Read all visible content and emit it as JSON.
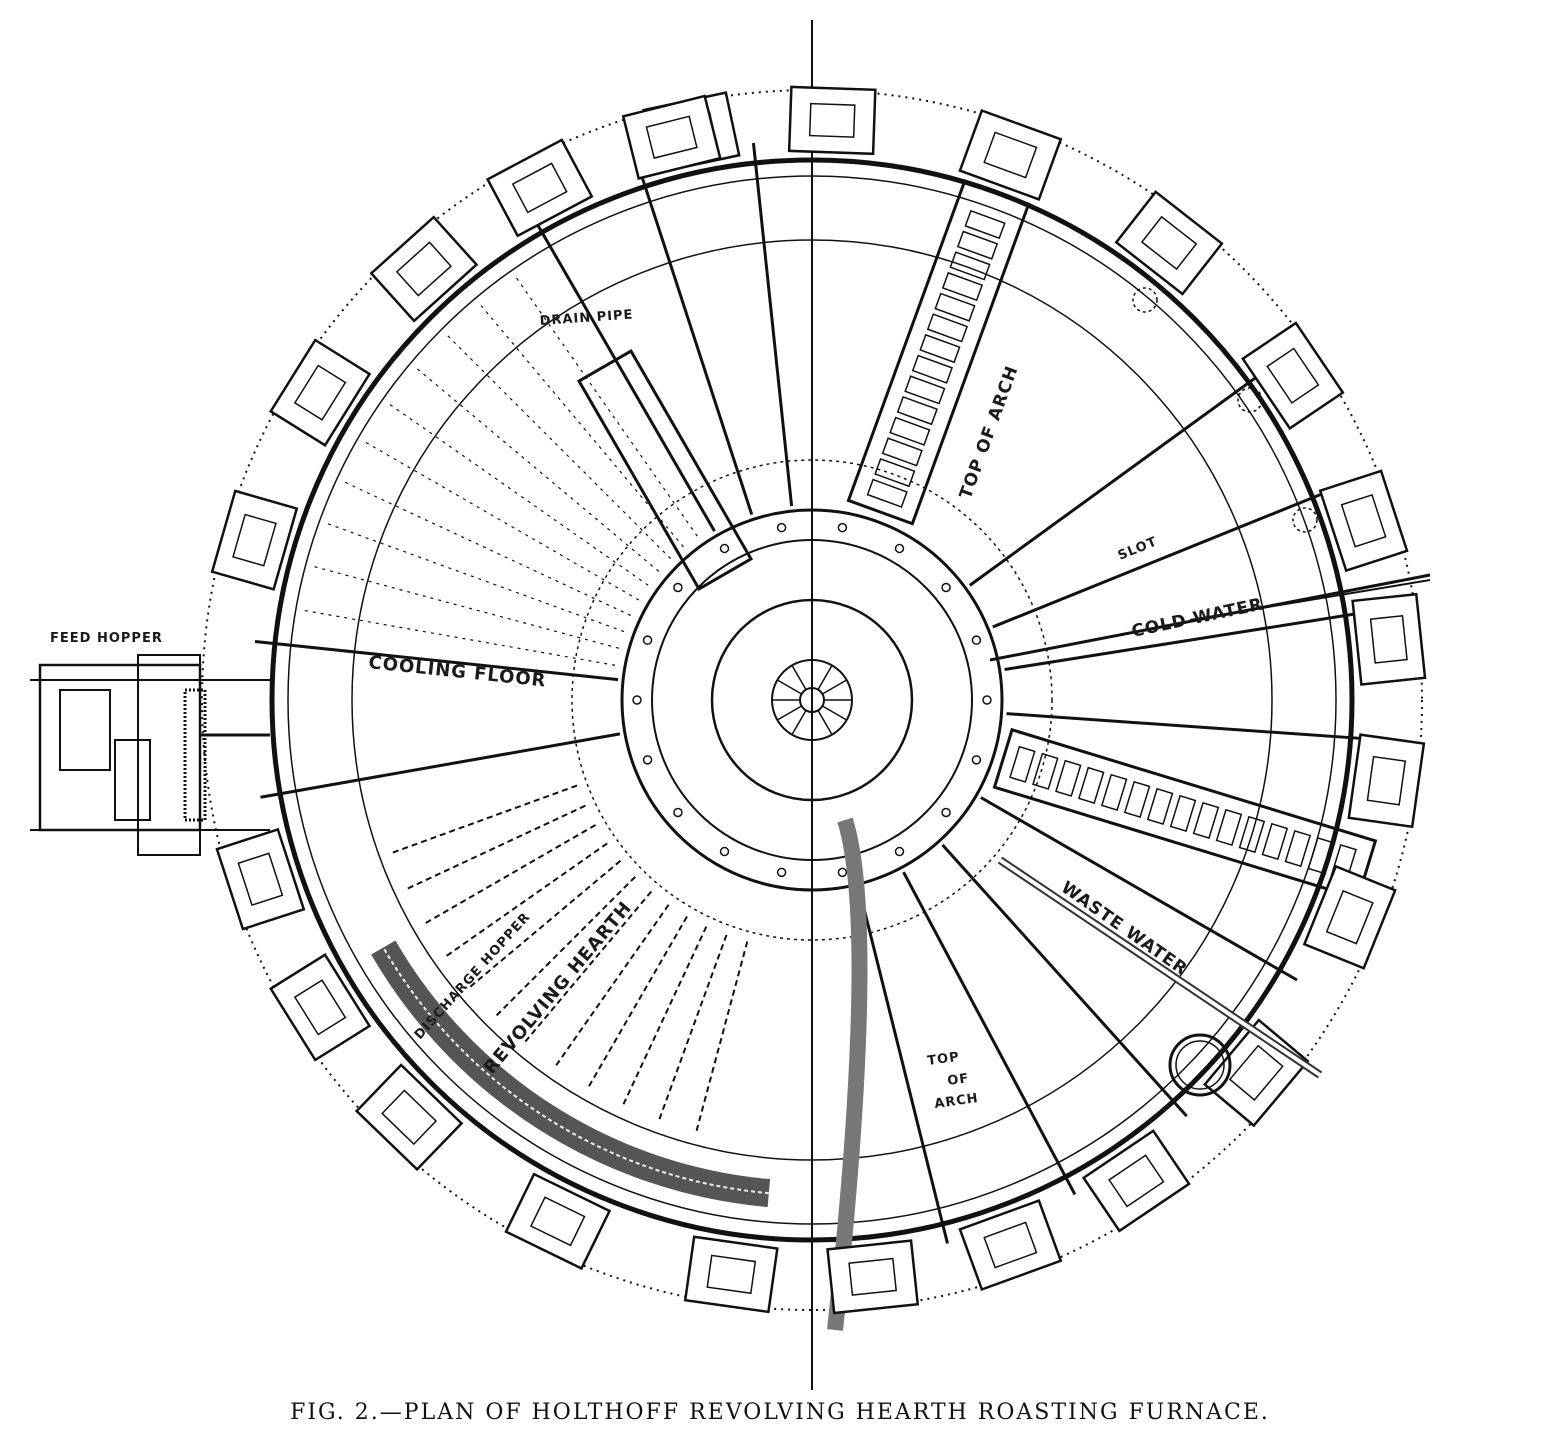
{
  "figure": {
    "caption": "FIG. 2.—PLAN OF HOLTHOFF REVOLVING HEARTH ROASTING FURNACE."
  },
  "labels": {
    "drain_pipe": "DRAIN PIPE",
    "feed_hopper": "FEED HOPPER",
    "cooling_floor": "COOLING FLOOR",
    "top_of_arch_upper": "TOP OF ARCH",
    "slot": "SLOT",
    "cold_water": "COLD WATER",
    "discharge_hopper": "DISCHARGE HOPPER",
    "revolving_hearth": "REVOLVING HEARTH",
    "waste_water": "WASTE WATER",
    "top_of_arch_lower": [
      "TOP",
      "OF",
      "ARCH"
    ]
  }
}
